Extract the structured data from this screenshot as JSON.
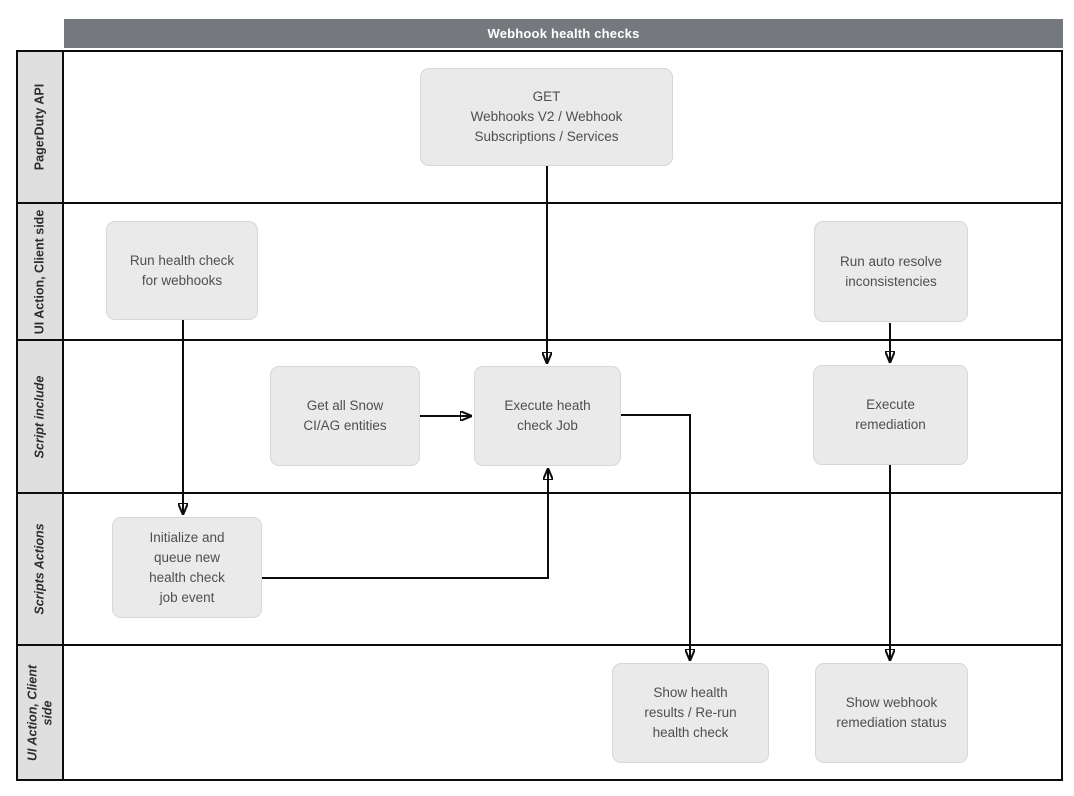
{
  "title": "Webhook health checks",
  "lanes": [
    {
      "label": "PagerDuty API"
    },
    {
      "label": "UI Action, Client side"
    },
    {
      "label": "Script include"
    },
    {
      "label": "Scripts Actions"
    },
    {
      "label": "UI Action, Client side"
    }
  ],
  "nodes": {
    "get_webhooks": {
      "label": "GET\nWebhooks V2 / Webhook\nSubscriptions / Services"
    },
    "run_health_check": {
      "label": "Run health check\nfor webhooks"
    },
    "run_auto_resolve": {
      "label": "Run auto resolve\ninconsistencies"
    },
    "get_all_snow": {
      "label": "Get all Snow\nCI/AG entities"
    },
    "execute_health_check": {
      "label": "Execute heath\ncheck Job"
    },
    "execute_remediation": {
      "label": "Execute\nremediation"
    },
    "initialize_queue": {
      "label": "Initialize and\nqueue new\nhealth check\njob event"
    },
    "show_health_results": {
      "label": "Show health\nresults / Re-run\nhealth check"
    },
    "show_webhook_status": {
      "label": "Show webhook\nremediation status"
    }
  },
  "colors": {
    "header_bg": "#75797e",
    "header_text": "#ffffff",
    "lane_label_bg": "#dfdfdf",
    "node_bg": "#eaeaea",
    "node_text": "#4f4f4f",
    "line": "#0d0d0d"
  }
}
